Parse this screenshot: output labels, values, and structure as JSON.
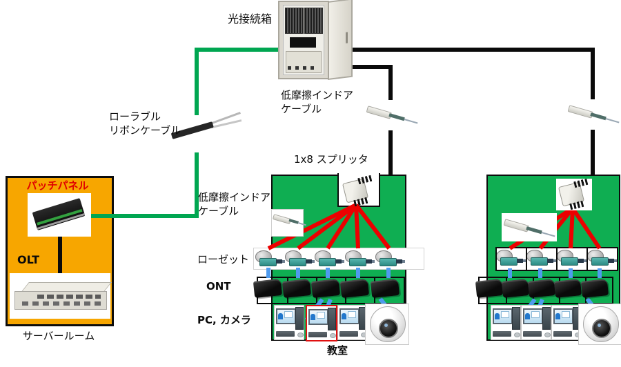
{
  "colors": {
    "green-box": "#0fae52",
    "orange-box": "#f7a600",
    "cable-green": "#00a651",
    "cable-black": "#0a0a0a",
    "cable-red": "#ec0000",
    "cable-blue": "#4f9bee",
    "patch-label": "#e00000",
    "pc-highlight": "#e01010"
  },
  "backbone": {
    "connection_box": "光接続箱",
    "rollable_ribbon_line1": "ローラブル",
    "rollable_ribbon_line2": "リボンケーブル",
    "indoor_cable_line1": "低摩擦インドア",
    "indoor_cable_line2": "ケーブル",
    "splitter": "1x8 スプリッタ"
  },
  "server_room": {
    "patch_panel": "パッチパネル",
    "olt": "OLT",
    "caption": "サーバールーム"
  },
  "classroom": {
    "indoor_cable_line1": "低摩擦インドア",
    "indoor_cable_line2": "ケーブル",
    "rosette": "ローゼット",
    "ont": "ONT",
    "pc_camera": "PC, カメラ",
    "caption": "教室"
  }
}
